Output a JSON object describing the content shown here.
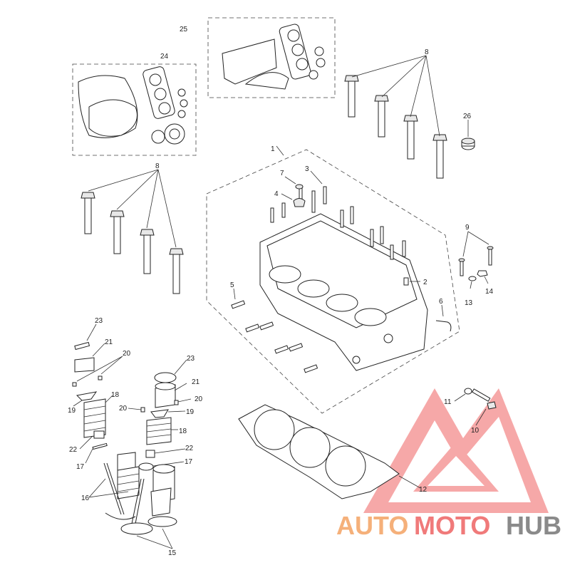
{
  "callouts": [
    "25",
    "24",
    "8",
    "26",
    "1",
    "7",
    "3",
    "4",
    "8",
    "9",
    "2",
    "5",
    "6",
    "14",
    "13",
    "23",
    "21",
    "20",
    "23",
    "21",
    "18",
    "20",
    "19",
    "19",
    "20",
    "18",
    "22",
    "17",
    "22",
    "17",
    "16",
    "15",
    "11",
    "10",
    "12"
  ],
  "watermark": {
    "part1": "AUTO",
    "part2": "MOTO",
    "part3": "HUB",
    "color_auto": "#f5b07a",
    "color_moto": "#f07a7a",
    "color_hub": "#8a8a8a",
    "logo_color": "#f06a6a"
  }
}
